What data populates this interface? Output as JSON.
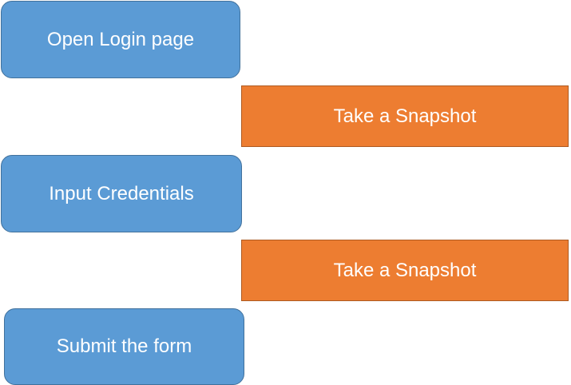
{
  "diagram": {
    "steps": [
      {
        "label": "Open Login page",
        "kind": "action",
        "color": "#5b9bd5"
      },
      {
        "label": "Take a Snapshot",
        "kind": "snapshot",
        "color": "#ed7d31"
      },
      {
        "label": "Input Credentials",
        "kind": "action",
        "color": "#5b9bd5"
      },
      {
        "label": "Take a Snapshot",
        "kind": "snapshot",
        "color": "#ed7d31"
      },
      {
        "label": "Submit the form",
        "kind": "action",
        "color": "#5b9bd5"
      }
    ]
  }
}
